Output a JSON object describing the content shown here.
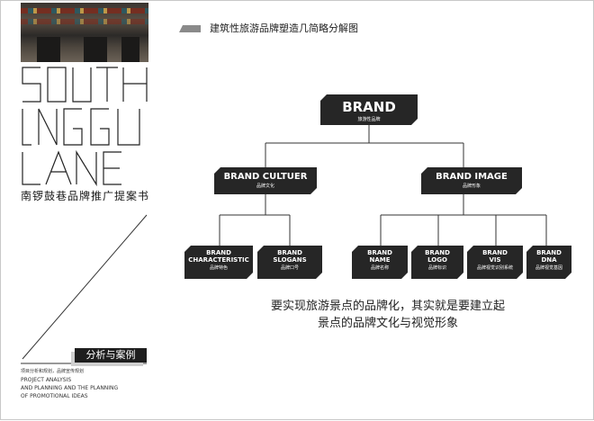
{
  "header": {
    "title": "建筑性旅游品牌塑造几简略分解图"
  },
  "sidebar": {
    "logo_letters": [
      "SOUTH",
      "LNGGU",
      "LANE"
    ],
    "cn_title": "南锣鼓巷品牌推广提案书",
    "section_badge": "分析与案例",
    "project_lines": [
      "项目分析和规划，品牌宣传规划",
      "PROJECT ANALYSIS",
      "AND PLANNING AND THE PLANNING",
      "OF PROMOTIONAL IDEAS"
    ]
  },
  "diagram": {
    "root": {
      "en": "BRAND",
      "cn": "旅游性品牌"
    },
    "level1": [
      {
        "id": "culture",
        "en": "BRAND CULTUER",
        "cn": "品牌文化"
      },
      {
        "id": "image",
        "en": "BRAND IMAGE",
        "cn": "品牌形象"
      }
    ],
    "level2": [
      {
        "parent": "culture",
        "en1": "BRAND",
        "en2": "CHARACTERISTIC",
        "cn": "品牌特色"
      },
      {
        "parent": "culture",
        "en1": "BRAND",
        "en2": "SLOGANS",
        "cn": "品牌口号"
      },
      {
        "parent": "image",
        "en1": "BRAND",
        "en2": "NAME",
        "cn": "品牌名称"
      },
      {
        "parent": "image",
        "en1": "BRAND",
        "en2": "LOGO",
        "cn": "品牌标识"
      },
      {
        "parent": "image",
        "en1": "BRAND",
        "en2": "VIS",
        "cn": "品牌视觉识别系统"
      },
      {
        "parent": "image",
        "en1": "BRAND",
        "en2": "DNA",
        "cn": "品牌视觉基因"
      }
    ]
  },
  "statement": {
    "line1": "要实现旅游景点的品牌化，其实就是要建立起",
    "line2": "景点的品牌文化与视觉形象"
  }
}
